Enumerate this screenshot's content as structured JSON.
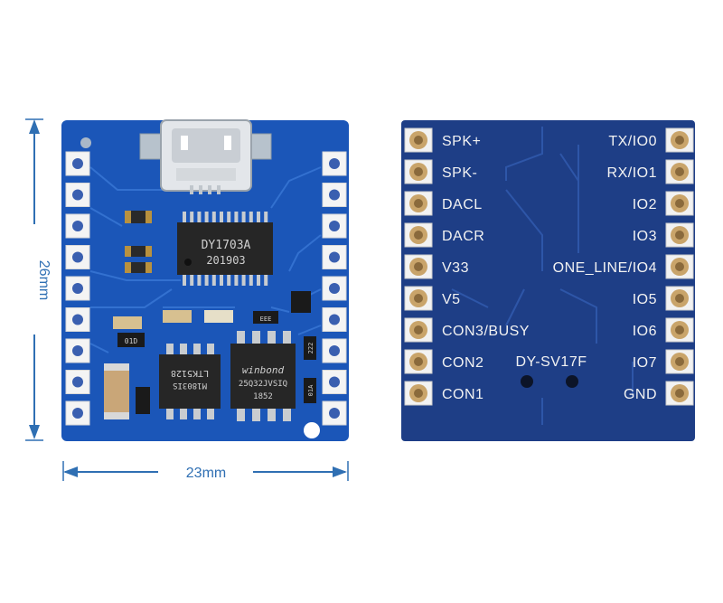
{
  "dimensions": {
    "height": "26mm",
    "width": "23mm"
  },
  "front": {
    "main_chip": {
      "line1": "DY1703A",
      "line2": "201903"
    },
    "flash_chip": {
      "brand": "winbond",
      "line1": "25Q32JVSIQ",
      "line2": "1852"
    },
    "amp_chip": {
      "line1": "LTK5128",
      "line2": "M1803IS"
    },
    "resistor_labels": {
      "r1": "01D",
      "r2": "EEE",
      "r3": "222",
      "r4": "01A"
    }
  },
  "back": {
    "left_pins": [
      "SPK+",
      "SPK-",
      "DACL",
      "DACR",
      "V33",
      "V5",
      "CON3/BUSY",
      "CON2",
      "CON1"
    ],
    "right_pins": [
      "TX/IO0",
      "RX/IO1",
      "IO2",
      "IO3",
      "ONE_LINE/IO4",
      "IO5",
      "IO6",
      "IO7",
      "GND"
    ],
    "model": "DY-SV17F"
  },
  "colors": {
    "pcb": "#1b56b8",
    "pcb_back": "#1e3e86",
    "gold": "#c9a46a",
    "dimension": "#2f6fb3"
  }
}
